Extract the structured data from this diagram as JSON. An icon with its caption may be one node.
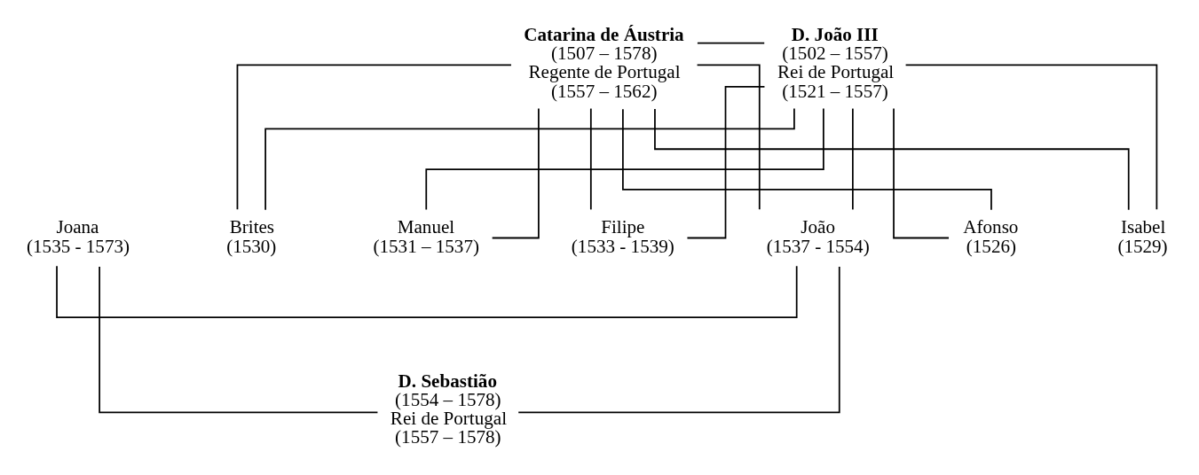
{
  "diagram": {
    "nodes": [
      {
        "text": [
          "Catarina de Áustria",
          "(1507 – 1578)",
          "Regente de Portugal",
          "(1557 – 1562)"
        ]
      },
      {
        "text": [
          "D. João III",
          "(1502 – 1557)",
          "Rei de Portugal",
          "(1521 – 1557)"
        ]
      },
      {
        "text": [
          "Joana",
          "(1535 - 1573)"
        ]
      },
      {
        "text": [
          "João",
          "(1537 - 1554)"
        ]
      },
      {
        "text": [
          "Afonso",
          "(1526)"
        ]
      },
      {
        "text": [
          "Isabel",
          "(1529)"
        ]
      },
      {
        "text": [
          "Brites",
          "(1530)"
        ]
      },
      {
        "text": [
          "Manuel",
          "(1531 – 1537)"
        ]
      },
      {
        "text": [
          "Filipe",
          "(1533 - 1539)"
        ]
      },
      {
        "text": [
          "D. Sebastião",
          "(1554 – 1578)",
          "Rei de Portugal",
          "(1557 – 1578)"
        ]
      }
    ],
    "edges": [
      {
        "from": 0,
        "to": 1,
        "arrow": "none"
      },
      {
        "from": 0,
        "to": 3,
        "arrow": "none"
      },
      {
        "from": 1,
        "to": 3,
        "arrow": "none"
      },
      {
        "from": 0,
        "to": 4,
        "arrow": "none"
      },
      {
        "from": 1,
        "to": 4,
        "arrow": "none"
      },
      {
        "from": 0,
        "to": 5,
        "arrow": "none"
      },
      {
        "from": 1,
        "to": 5,
        "arrow": "none"
      },
      {
        "from": 0,
        "to": 6,
        "arrow": "none"
      },
      {
        "from": 1,
        "to": 6,
        "arrow": "none"
      },
      {
        "from": 0,
        "to": 7,
        "arrow": "none"
      },
      {
        "from": 1,
        "to": 7,
        "arrow": "none"
      },
      {
        "from": 0,
        "to": 8,
        "arrow": "none"
      },
      {
        "from": 1,
        "to": 8,
        "arrow": "none"
      },
      {
        "from": 2,
        "to": 3,
        "arrow": "none"
      },
      {
        "from": 2,
        "to": 9,
        "arrow": "none"
      },
      {
        "from": 3,
        "to": 9,
        "arrow": "none"
      }
    ]
  }
}
